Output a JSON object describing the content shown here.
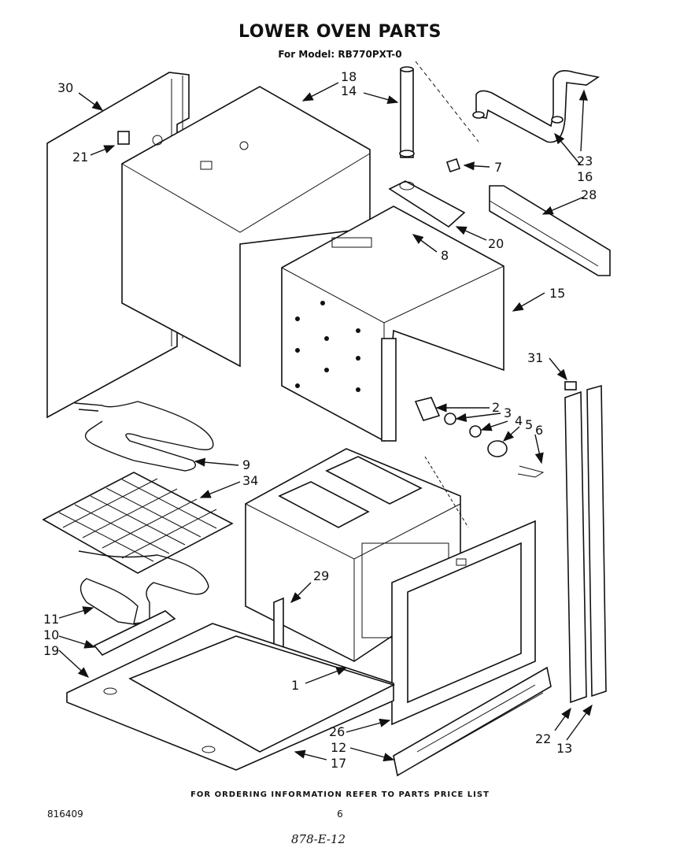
{
  "header": {
    "title": "LOWER OVEN PARTS",
    "subtitle": "For Model: RB770PXT-0"
  },
  "footer": {
    "note": "FOR ORDERING INFORMATION REFER TO PARTS PRICE LIST",
    "doc_number": "816409",
    "page_number": "6",
    "handwritten": "878-E-12"
  },
  "callouts": {
    "c1": "1",
    "c2": "2",
    "c3": "3",
    "c4": "4",
    "c5": "5",
    "c6": "6",
    "c7": "7",
    "c8": "8",
    "c9": "9",
    "c10": "10",
    "c11": "11",
    "c12": "12",
    "c13": "13",
    "c14": "14",
    "c15": "15",
    "c16": "16",
    "c17": "17",
    "c18": "18",
    "c19": "19",
    "c20": "20",
    "c21": "21",
    "c22": "22",
    "c23": "23",
    "c26": "26",
    "c28": "28",
    "c29": "29",
    "c30": "30",
    "c31": "31",
    "c34": "34"
  }
}
